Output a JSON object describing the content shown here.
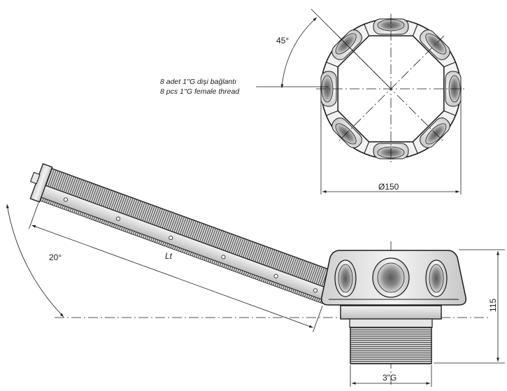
{
  "dimensions": {
    "top_angle": "45°",
    "diameter": "Ø150",
    "side_angle": "20°",
    "length": "Lt",
    "height": "115",
    "thread": "3\"G"
  },
  "note": {
    "line_tr": "8 adet 1''G dişi bağlantı",
    "line_en": "8 pcs 1''G female thread"
  }
}
